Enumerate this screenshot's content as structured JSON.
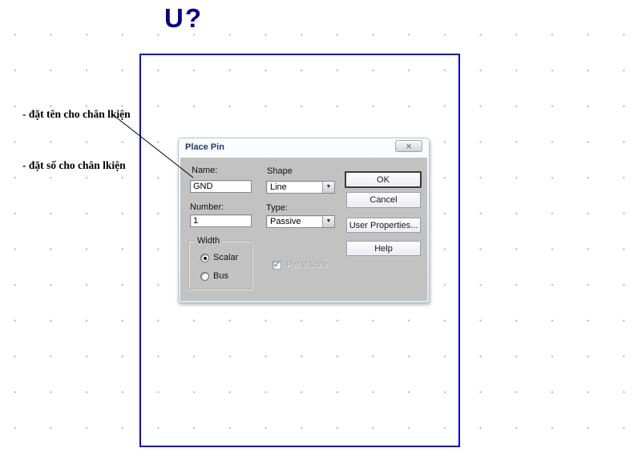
{
  "canvas": {
    "part_reference": "U?",
    "annotations": [
      {
        "text": "- đặt tên cho chân lkiện"
      },
      {
        "text": "- đặt số cho chân lkiện"
      }
    ]
  },
  "dialog": {
    "title": "Place Pin",
    "icons": {
      "close": "✕",
      "dropdown": "▼",
      "check": "✓"
    },
    "fields": {
      "name": {
        "label": "Name:",
        "value": "GND"
      },
      "shape": {
        "label": "Shape",
        "value": "Line"
      },
      "number": {
        "label": "Number:",
        "value": "1"
      },
      "type": {
        "label": "Type:",
        "value": "Passive"
      }
    },
    "buttons": {
      "ok": "OK",
      "cancel": "Cancel",
      "user_properties": "User Properties...",
      "help": "Help"
    },
    "width_group": {
      "label": "Width",
      "options": [
        {
          "label": "Scalar",
          "selected": true
        },
        {
          "label": "Bus",
          "selected": false
        }
      ]
    },
    "pin_visible": {
      "label": "Pin Visible",
      "checked": true,
      "disabled": true
    }
  },
  "colors": {
    "page_border": "#0000dd",
    "part_reference": "#00008c",
    "dialog_body": "#c2c2c2",
    "title_text": "#1e3c67"
  }
}
